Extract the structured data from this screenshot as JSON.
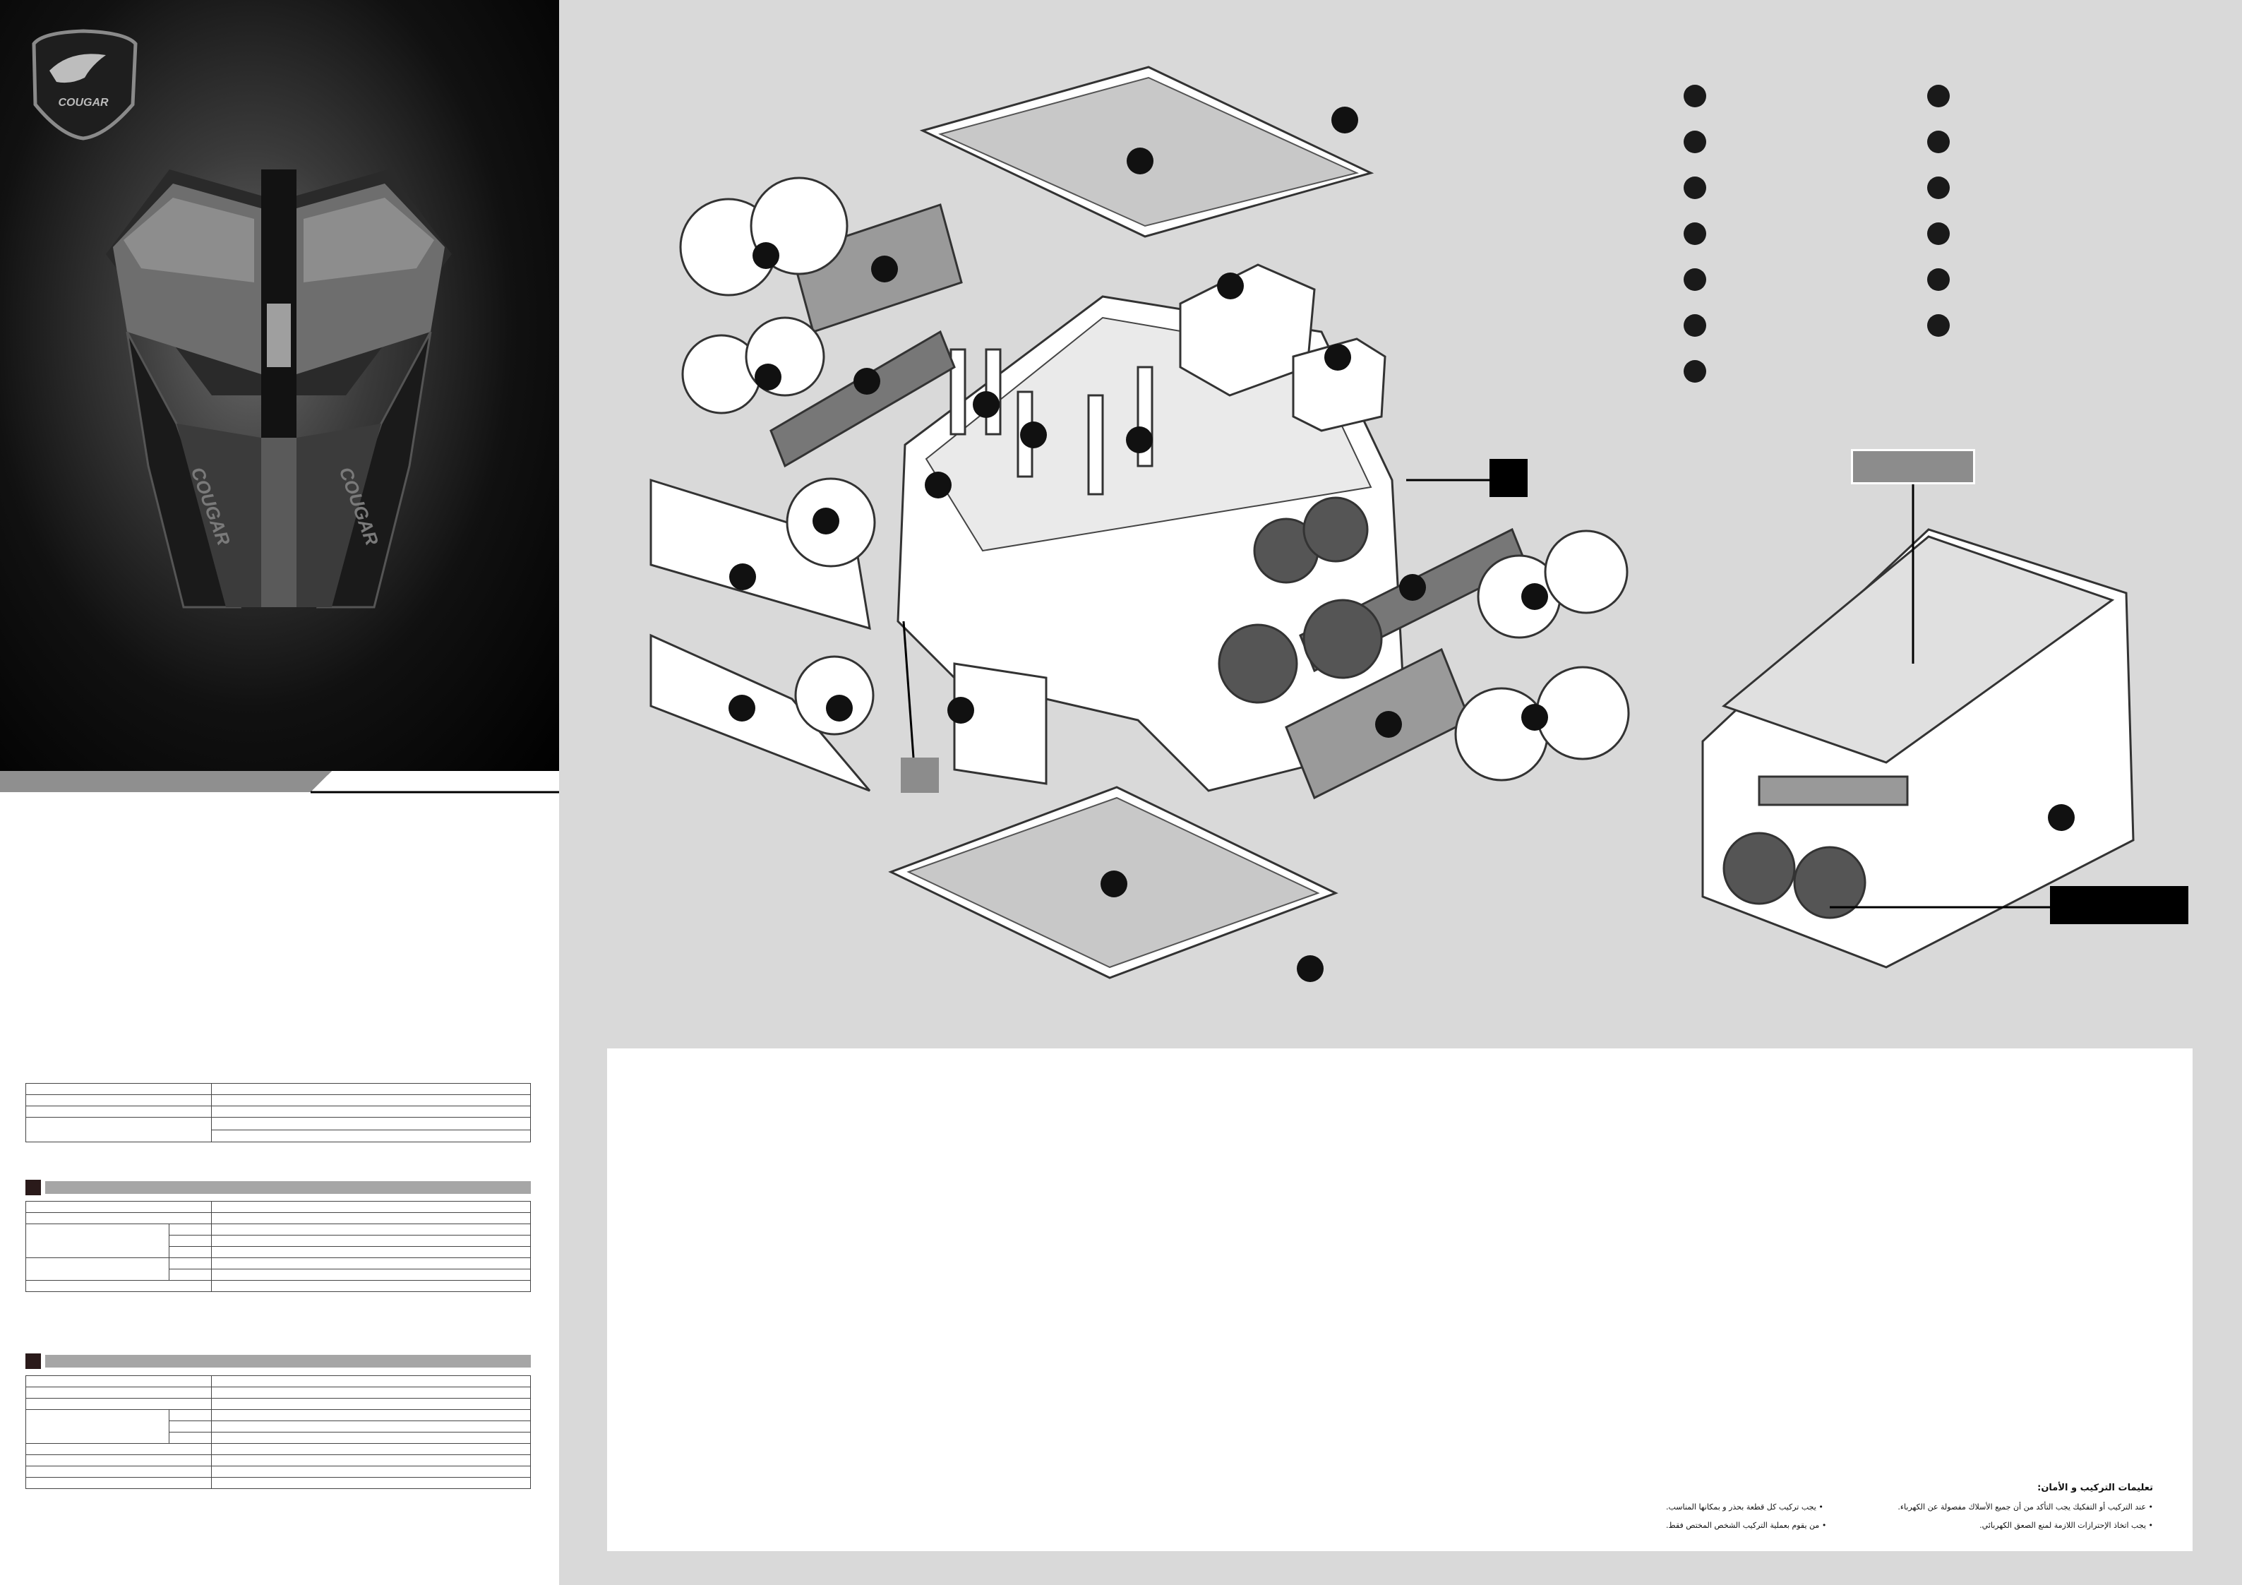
{
  "brand": {
    "logo_text": "COUGAR",
    "accent": "#ffffff",
    "hero_bg": "#000000"
  },
  "colors": {
    "page_bg": "#d9d9d9",
    "panel_bg": "#ffffff",
    "marker": "#1a1a1a",
    "header_bar": "#a6a6a6",
    "label_gray": "#8c8c8c"
  },
  "diagram": {
    "part_markers": 24,
    "callout_labels": 4
  },
  "legend": {
    "left_column_count": 7,
    "right_column_count": 6
  },
  "spec_tables": [
    {
      "rows": 5
    },
    {
      "rows": 8
    },
    {
      "rows": 10
    }
  ],
  "safety": {
    "title": "تعليمات التركيب و الأمان:",
    "line1_right": "• عند التركيب أو التفكيك يجب التأكد من أن جميع الأسلاك مفصولة عن الكهرباء.",
    "line1_left": "• يجب تركيب كل قطعة بحذر و بمكانها المناسب.",
    "line2_right": "• يجب اتخاذ الإحترازات اللازمة لمنع الصعق الكهربائي.",
    "line2_left": "• من يقوم بعملية التركيب الشخص المختص فقط."
  }
}
